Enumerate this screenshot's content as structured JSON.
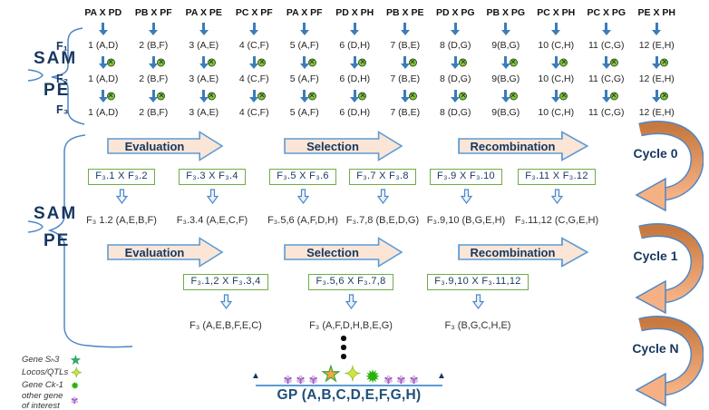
{
  "left_labels": {
    "sam1": "SAM",
    "pe1": "PE",
    "sam2": "SAM",
    "pe2": "PE"
  },
  "row_labels": [
    "F₁",
    "F₂",
    "F₃"
  ],
  "columns": [
    {
      "cross": "PA X PD",
      "f1": "1 (A,D)",
      "f2": "1 (A,D)",
      "f3": "1 (A,D)"
    },
    {
      "cross": "PB X PF",
      "f1": "2 (B,F)",
      "f2": "2 (B,F)",
      "f3": "2 (B,F)"
    },
    {
      "cross": "PA X PE",
      "f1": "3 (A,E)",
      "f2": "3 (A,E)",
      "f3": "3 (A,E)"
    },
    {
      "cross": "PC X PF",
      "f1": "4 (C,F)",
      "f2": "4 (C,F)",
      "f3": "4 (C,F)"
    },
    {
      "cross": "PA X PF",
      "f1": "5 (A,F)",
      "f2": "5 (A,F)",
      "f3": "5 (A,F)"
    },
    {
      "cross": "PD X PH",
      "f1": "6 (D,H)",
      "f2": "6 (D,H)",
      "f3": "6 (D,H)"
    },
    {
      "cross": "PB X PE",
      "f1": "7 (B,E)",
      "f2": "7 (B,E)",
      "f3": "7 (B,E)"
    },
    {
      "cross": "PD X PG",
      "f1": "8 (D,G)",
      "f2": "8 (D,G)",
      "f3": "8 (D,G)"
    },
    {
      "cross": "PB X PG",
      "f1": "9(B,G)",
      "f2": "9(B,G)",
      "f3": "9(B,G)"
    },
    {
      "cross": "PC X PH",
      "f1": "10 (C,H)",
      "f2": "10 (C,H)",
      "f3": "10 (C,H)"
    },
    {
      "cross": "PC X PG",
      "f1": "11 (C,G)",
      "f2": "11 (C,G)",
      "f3": "11 (C,G)"
    },
    {
      "cross": "PE X PH",
      "f1": "12 (E,H)",
      "f2": "12 (E,H)",
      "f3": "12 (E,H)"
    }
  ],
  "cycle0": {
    "process": [
      "Evaluation",
      "Selection",
      "Recombination"
    ],
    "units": [
      {
        "cross": "F₃.1 X F₃.2",
        "result": "F₃ 1.2 (A,E,B,F)"
      },
      {
        "cross": "F₃.3 X F₃.4",
        "result": "F₃.3.4 (A,E,C,F)"
      },
      {
        "cross": "F₃.5 X F₃.6",
        "result": "F₃.5,6 (A,F,D,H)"
      },
      {
        "cross": "F₃.7 X F₃.8",
        "result": "F₃.7,8 (B,E,D,G)"
      },
      {
        "cross": "F₃.9 X F₃.10",
        "result": "F₃.9,10 (B,G,E,H)"
      },
      {
        "cross": "F₃.11 X F₃.12",
        "result": "F₃.11,12 (C,G,E,H)"
      }
    ]
  },
  "cycle1": {
    "process": [
      "Evaluation",
      "Selection",
      "Recombination"
    ],
    "units": [
      {
        "cross": "F₃.1,2 X F₃.3,4",
        "result": "F₃ (A,E,B,F,E,C)"
      },
      {
        "cross": "F₃.5,6 X F₃.7,8",
        "result": "F₃ (A,F,D,H,B,E,G)"
      },
      {
        "cross": "F₃.9,10 X F₃.11,12",
        "result": "F₃ (B,G,C,H,E)"
      }
    ]
  },
  "cycles": [
    "Cycle 0",
    "Cycle 1",
    "Cycle N"
  ],
  "legend": [
    {
      "label": "Gene Sₕ3",
      "icon": "green-star",
      "glyph": "★"
    },
    {
      "label": "Locos/QTLs",
      "icon": "yellow-cross-star",
      "glyph": "✦"
    },
    {
      "label": "Gene Ck-1",
      "icon": "green-burst",
      "glyph": "✹"
    },
    {
      "label": "other gene of interest",
      "icon": "purple-flower",
      "glyph": "✾"
    }
  ],
  "gene_pool": {
    "label": "GP (A,B,C,D,E,F,G,H)",
    "symbols": [
      {
        "icon": "purple-flower",
        "glyph": "✾"
      },
      {
        "icon": "purple-flower",
        "glyph": "✾"
      },
      {
        "icon": "purple-flower",
        "glyph": "✾"
      },
      {
        "icon": "gold-star",
        "glyph": "★"
      },
      {
        "icon": "yellow-cross-star",
        "glyph": "✦"
      },
      {
        "icon": "green-burst",
        "glyph": "✹"
      },
      {
        "icon": "purple-flower",
        "glyph": "✾"
      },
      {
        "icon": "purple-flower",
        "glyph": "✾"
      },
      {
        "icon": "purple-flower",
        "glyph": "✾"
      }
    ]
  },
  "colors": {
    "navy_text": "#17375E",
    "blue_arrow": "#3C7CB8",
    "blue_outline": "#4E86C6",
    "green_box_border": "#6FAC46",
    "peach_arrow_fill": "#FBE5D6",
    "ribbon_orange": "#F0A16B",
    "otimes_green": "#8CC63F",
    "gp_text": "#1F4E79"
  }
}
